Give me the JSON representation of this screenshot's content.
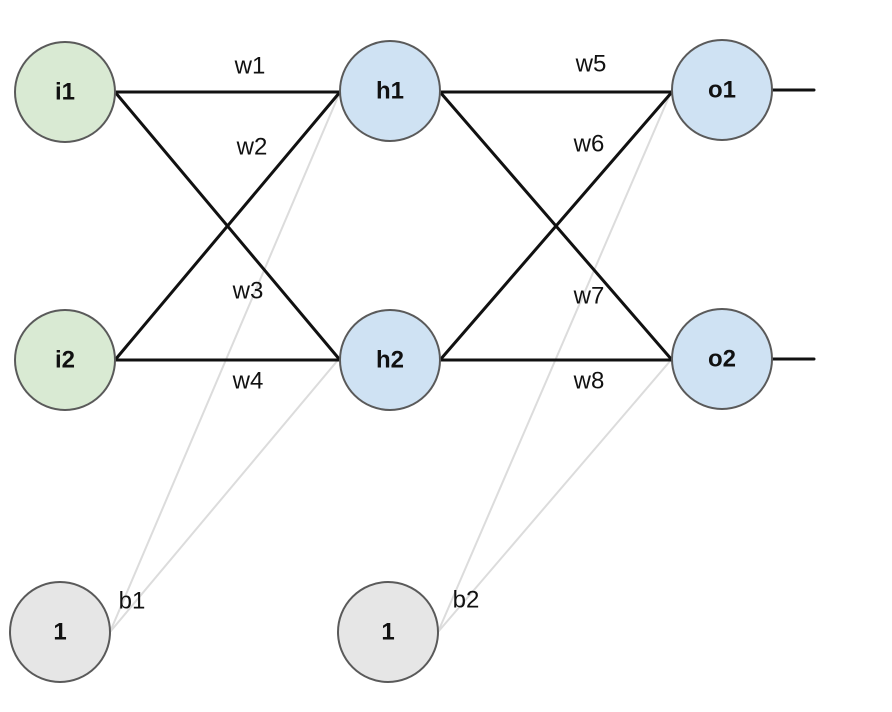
{
  "colors": {
    "input_fill": "#d9ead3",
    "hidden_fill": "#cfe2f3",
    "output_fill": "#cfe2f3",
    "bias_fill": "#e6e6e6",
    "node_stroke": "#5a5a5a",
    "edge_main": "#111111",
    "edge_bias": "#dcdcdc"
  },
  "nodes": {
    "i1": {
      "label": "i1",
      "layer": "input"
    },
    "i2": {
      "label": "i2",
      "layer": "input"
    },
    "h1": {
      "label": "h1",
      "layer": "hidden"
    },
    "h2": {
      "label": "h2",
      "layer": "hidden"
    },
    "o1": {
      "label": "o1",
      "layer": "output"
    },
    "o2": {
      "label": "o2",
      "layer": "output"
    },
    "b1": {
      "label": "1",
      "layer": "bias"
    },
    "b2": {
      "label": "1",
      "layer": "bias"
    }
  },
  "edges": [
    {
      "from": "i1",
      "to": "h1",
      "kind": "weight"
    },
    {
      "from": "i1",
      "to": "h2",
      "kind": "weight"
    },
    {
      "from": "i2",
      "to": "h1",
      "kind": "weight"
    },
    {
      "from": "i2",
      "to": "h2",
      "kind": "weight"
    },
    {
      "from": "h1",
      "to": "o1",
      "kind": "weight"
    },
    {
      "from": "h1",
      "to": "o2",
      "kind": "weight"
    },
    {
      "from": "h2",
      "to": "o1",
      "kind": "weight"
    },
    {
      "from": "h2",
      "to": "o2",
      "kind": "weight"
    },
    {
      "from": "b1",
      "to": "h1",
      "kind": "bias"
    },
    {
      "from": "b1",
      "to": "h2",
      "kind": "bias"
    },
    {
      "from": "b2",
      "to": "o1",
      "kind": "bias"
    },
    {
      "from": "b2",
      "to": "o2",
      "kind": "bias"
    },
    {
      "from": "o1",
      "to": "out",
      "kind": "output"
    },
    {
      "from": "o2",
      "to": "out",
      "kind": "output"
    }
  ],
  "labels": {
    "w1": "w1",
    "w2": "w2",
    "w3": "w3",
    "w4": "w4",
    "w5": "w5",
    "w6": "w6",
    "w7": "w7",
    "w8": "w8",
    "b1": "b1",
    "b2": "b2"
  }
}
